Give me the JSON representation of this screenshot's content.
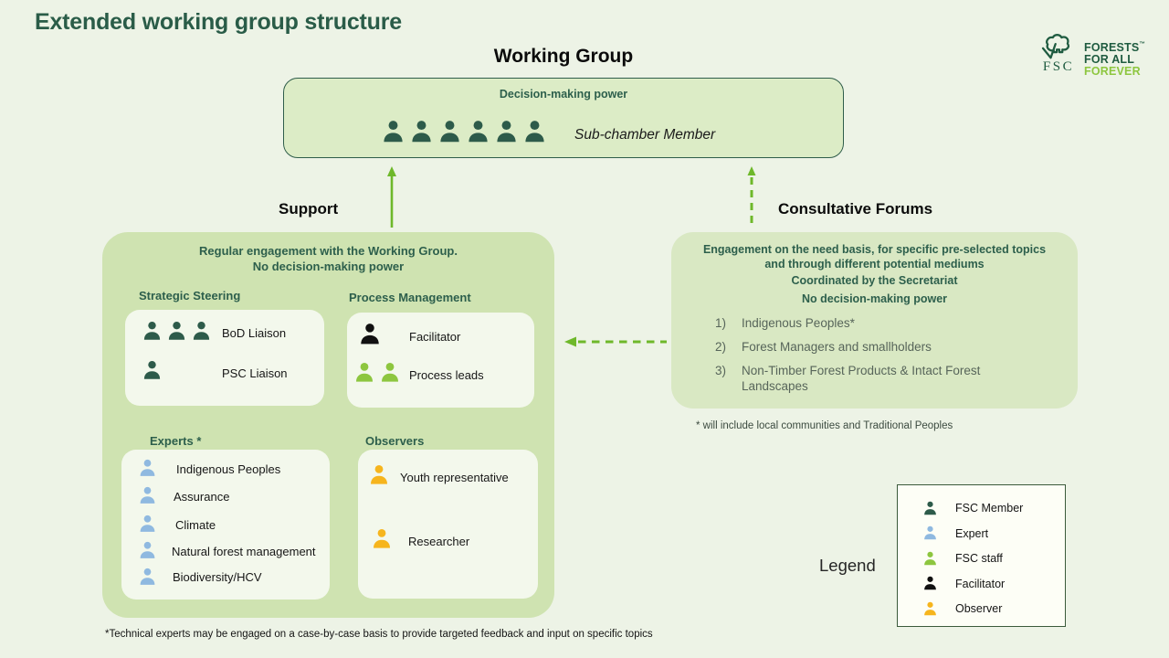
{
  "slide": {
    "title": "Extended working group structure",
    "footnote": "*Technical experts may be engaged on a case-by-case basis to provide targeted feedback and input on specific topics"
  },
  "logo": {
    "acronym": "FSC",
    "tagline_line1": "FORESTS",
    "tagline_line2": "FOR ALL",
    "tagline_line3": "FOREVER",
    "trademark": "™"
  },
  "working_group": {
    "heading": "Working Group",
    "power_label": "Decision-making power",
    "member_label": "Sub-chamber Member",
    "member_icon_count": 6,
    "member_icon": "fsc-member"
  },
  "support": {
    "arrow_label": "Support",
    "header_line1": "Regular engagement with the Working Group.",
    "header_line2": "No decision-making power",
    "strategic_steering": {
      "title": "Strategic Steering",
      "rows": [
        {
          "label": "BoD Liaison",
          "icon": "fsc-member",
          "icon_count": 3
        },
        {
          "label": "PSC Liaison",
          "icon": "fsc-member",
          "icon_count": 1
        }
      ]
    },
    "process_management": {
      "title": "Process Management",
      "rows": [
        {
          "label": "Facilitator",
          "icon": "facilitator",
          "icon_count": 1
        },
        {
          "label": "Process leads",
          "icon": "fsc-staff",
          "icon_count": 2
        }
      ]
    },
    "experts": {
      "title": "Experts",
      "asterisk": "*",
      "rows": [
        {
          "label": "Indigenous Peoples",
          "icon": "expert"
        },
        {
          "label": "Assurance",
          "icon": "expert"
        },
        {
          "label": "Climate",
          "icon": "expert"
        },
        {
          "label": "Natural forest management",
          "icon": "expert"
        },
        {
          "label": "Biodiversity/HCV",
          "icon": "expert"
        }
      ]
    },
    "observers": {
      "title": "Observers",
      "rows": [
        {
          "label": "Youth representative",
          "icon": "observer"
        },
        {
          "label": "Researcher",
          "icon": "observer"
        }
      ]
    }
  },
  "consultative_forums": {
    "arrow_label": "Consultative Forums",
    "header_line1": "Engagement on the need basis, for specific pre-selected topics",
    "header_line2": "and through different potential mediums",
    "header_line3": "Coordinated by the Secretariat",
    "header_line4": "No decision-making power",
    "items": [
      {
        "num": "1)",
        "text": "Indigenous Peoples*"
      },
      {
        "num": "2)",
        "text": "Forest Managers and smallholders"
      },
      {
        "num": "3)",
        "text": "Non-Timber Forest Products & Intact Forest Landscapes"
      }
    ],
    "footnote": "* will include local communities and Traditional Peoples"
  },
  "legend": {
    "label": "Legend",
    "items": [
      {
        "label": "FSC Member",
        "icon": "fsc-member",
        "color": "#2d5b4a"
      },
      {
        "label": "Expert",
        "icon": "expert",
        "color": "#8fb9e0"
      },
      {
        "label": "FSC staff",
        "icon": "fsc-staff",
        "color": "#8dc63f"
      },
      {
        "label": "Facilitator",
        "icon": "facilitator",
        "color": "#111111"
      },
      {
        "label": "Observer",
        "icon": "observer",
        "color": "#f6b51d"
      }
    ]
  },
  "colors": {
    "background": "#edf3e6",
    "title_text": "#2a5c48",
    "dark_teal_text": "#2d5f4c",
    "arrow_green": "#6eb82a",
    "wg_box_fill": "#dcecc6",
    "wg_box_border": "#2f5d4a",
    "left_box_fill": "#cfe3b1",
    "right_box_fill": "#d9e8c3",
    "inner_box_fill": "#f3f8ec",
    "list_text": "#57655a",
    "fsc_dark_green": "#1f5b40",
    "fsc_light_green": "#8dc63f"
  }
}
